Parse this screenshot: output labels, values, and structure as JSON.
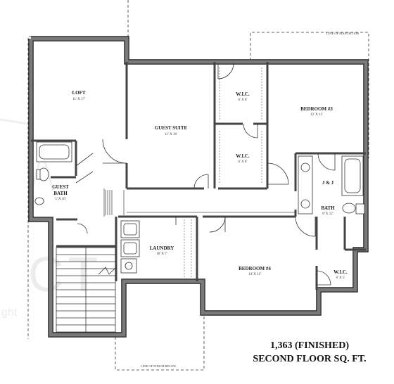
{
  "rooms": {
    "loft": {
      "name": "LOFT",
      "dims": "11' X 17'"
    },
    "guest_suite": {
      "name": "GUEST SUITE",
      "dims": "11' X 16'"
    },
    "wic_1": {
      "name": "W.I.C.",
      "dims": "6' X 8'"
    },
    "wic_2": {
      "name": "W.I.C.",
      "dims": "6' X 8'"
    },
    "bedroom_3": {
      "name": "BEDROOM #3",
      "dims": "12' X 11'"
    },
    "guest_bath": {
      "name_line1": "GUEST",
      "name_line2": "BATH",
      "dims": "5' X 10'"
    },
    "jj_bath": {
      "name_line1": "J & J",
      "name_line2": "BATH",
      "dims": "8' X 12'"
    },
    "laundry": {
      "name": "LAUNDRY",
      "dims": "10' X 7'"
    },
    "bedroom_4": {
      "name": "BEDROOM #4",
      "dims": "14' X 11'"
    },
    "wic_3": {
      "name": "W.I.C.",
      "dims": "6' X 5'"
    }
  },
  "notes": {
    "main_floor": "LINE OF MAIN FLOOR",
    "porch": "LINE OF PORCH BELOW"
  },
  "summary": {
    "line1": "1,363 (FINISHED)",
    "line2": "SECOND FLOOR SQ. FT."
  },
  "watermark": {
    "text1": "CT",
    "text2": "ght"
  },
  "colors": {
    "wall": "#6e6e6e",
    "wall_edge": "#222222",
    "line": "#222222"
  }
}
